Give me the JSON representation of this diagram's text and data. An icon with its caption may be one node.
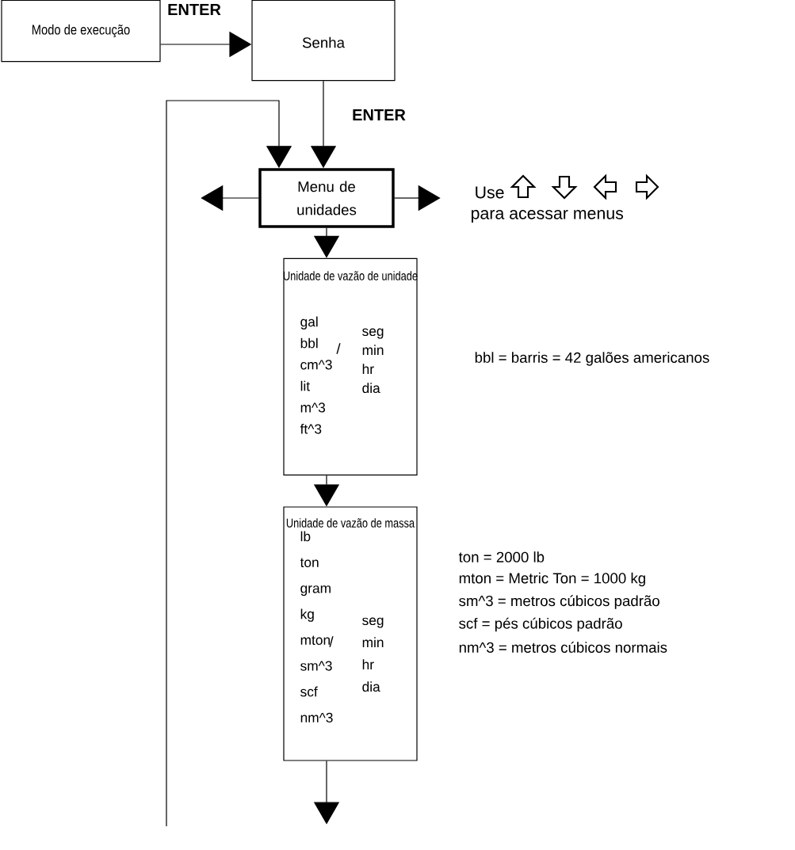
{
  "diagram": {
    "nodes": [
      {
        "text": [
          "Modo de execução"
        ]
      },
      {
        "text": [
          "Senha"
        ]
      },
      {
        "text": [
          "Menu de unidades"
        ]
      },
      {
        "text": [
          "Unidade de vazão de unidade",
          "gal bbl cm^3 lit m^3 ft^3",
          "/",
          "seg min hr dia"
        ]
      },
      {
        "text": [
          "Unidade de vazão de massa",
          "lb ton gram kg mton sm^3 scf nm^3",
          "/",
          "seg min hr dia"
        ]
      }
    ],
    "edges": [
      {
        "from": 0,
        "to": 1,
        "arrow": "to",
        "label": "ENTER"
      },
      {
        "from": 1,
        "to": 2,
        "arrow": "to",
        "label": "ENTER"
      },
      {
        "from": 2,
        "to": null,
        "arrow": "to"
      },
      {
        "from": 2,
        "to": null,
        "arrow": "to"
      },
      {
        "from": 2,
        "to": 3,
        "arrow": "to"
      },
      {
        "from": 3,
        "to": 4,
        "arrow": "to"
      },
      {
        "from": 4,
        "to": null,
        "arrow": "to"
      },
      {
        "from": null,
        "to": 2,
        "arrow": "to"
      }
    ],
    "labels": [
      "Use",
      "para acessar menus",
      "bbl = barris = 42 galões americanos",
      "ton = 2000 lb",
      "mton = Metric Ton = 1000 kg",
      "sm^3 = metros cúbicos padrão",
      "scf = pés cúbicos padrão",
      "nm^3 = metros cúbicos normais"
    ]
  }
}
